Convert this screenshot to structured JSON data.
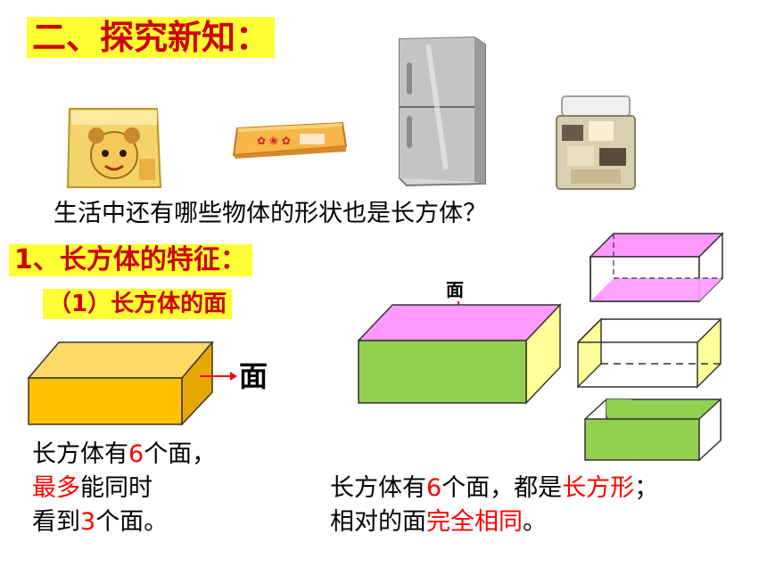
{
  "title": "二、探究新知：",
  "question": "生活中还有哪些物体的形状也是长方体？",
  "section": "1、长方体的特征：",
  "subsection": "（1）长方体的面",
  "face_label_left": "面",
  "face_label_right": "面",
  "left_text": {
    "line1_a": "长方体有",
    "line1_num": "6",
    "line1_b": "个面，",
    "line2_red": "最多",
    "line2_b": "能同时",
    "line3_a": "看到",
    "line3_num": "3",
    "line3_b": "个面。"
  },
  "right_text": {
    "line1_a": "长方体有",
    "line1_num": "6",
    "line1_b": "个面，都是",
    "line1_red": "长方形",
    "line1_c": "；",
    "line2_a": "相对的面",
    "line2_red": "完全相同",
    "line2_b": "。"
  },
  "colors": {
    "highlight": "#ffff33",
    "red": "#ff0000",
    "box_orange": "#ffc000",
    "face_pink": "#ff99ff",
    "face_green": "#92d050",
    "face_yellow": "#ffff99"
  },
  "images": [
    "cookie-box-icon",
    "biscuit-box-icon",
    "refrigerator-icon",
    "candy-jar-icon"
  ]
}
